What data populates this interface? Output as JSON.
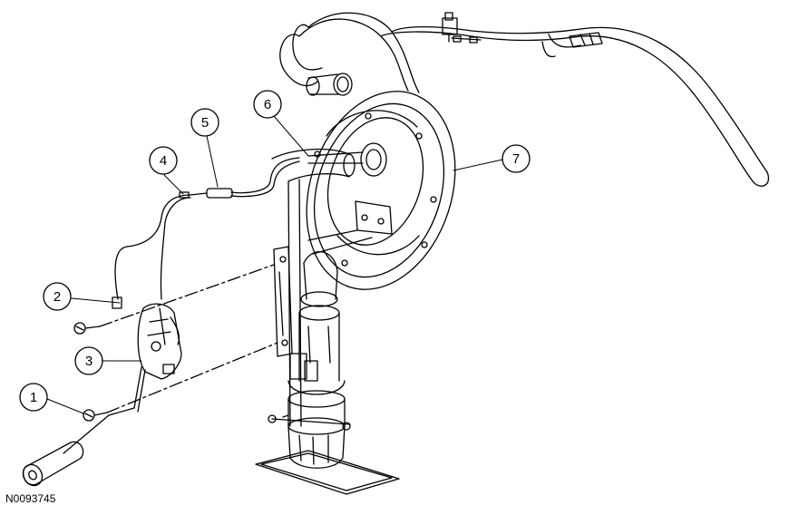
{
  "figure_id": "N0093745",
  "callouts": [
    {
      "id": "1",
      "label": "1"
    },
    {
      "id": "2",
      "label": "2"
    },
    {
      "id": "3",
      "label": "3"
    },
    {
      "id": "4",
      "label": "4"
    },
    {
      "id": "5",
      "label": "5"
    },
    {
      "id": "6",
      "label": "6"
    },
    {
      "id": "7",
      "label": "7"
    }
  ]
}
